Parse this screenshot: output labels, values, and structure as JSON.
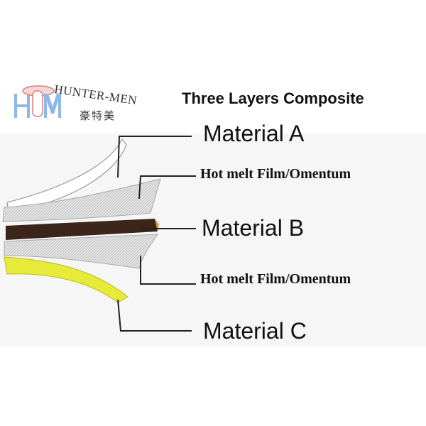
{
  "brand": {
    "name_en": "HUNTER-MEN",
    "name_zh": "豪特美",
    "logo_letters": "HM",
    "colors": {
      "logo_blue": "#8fb8e8",
      "logo_red": "#e07a7a"
    }
  },
  "diagram": {
    "title": "Three Layers Composite",
    "labels": {
      "material_a": "Material A",
      "film_1": "Hot melt Film/Omentum",
      "material_b": "Material B",
      "film_2": "Hot melt Film/Omentum",
      "material_c": "Material C"
    },
    "colors": {
      "material_a": "#ffffff",
      "film": "#d9d9d9",
      "material_b": "#3b2419",
      "material_c": "#e8ea3a",
      "leader_line": "#222222"
    }
  }
}
